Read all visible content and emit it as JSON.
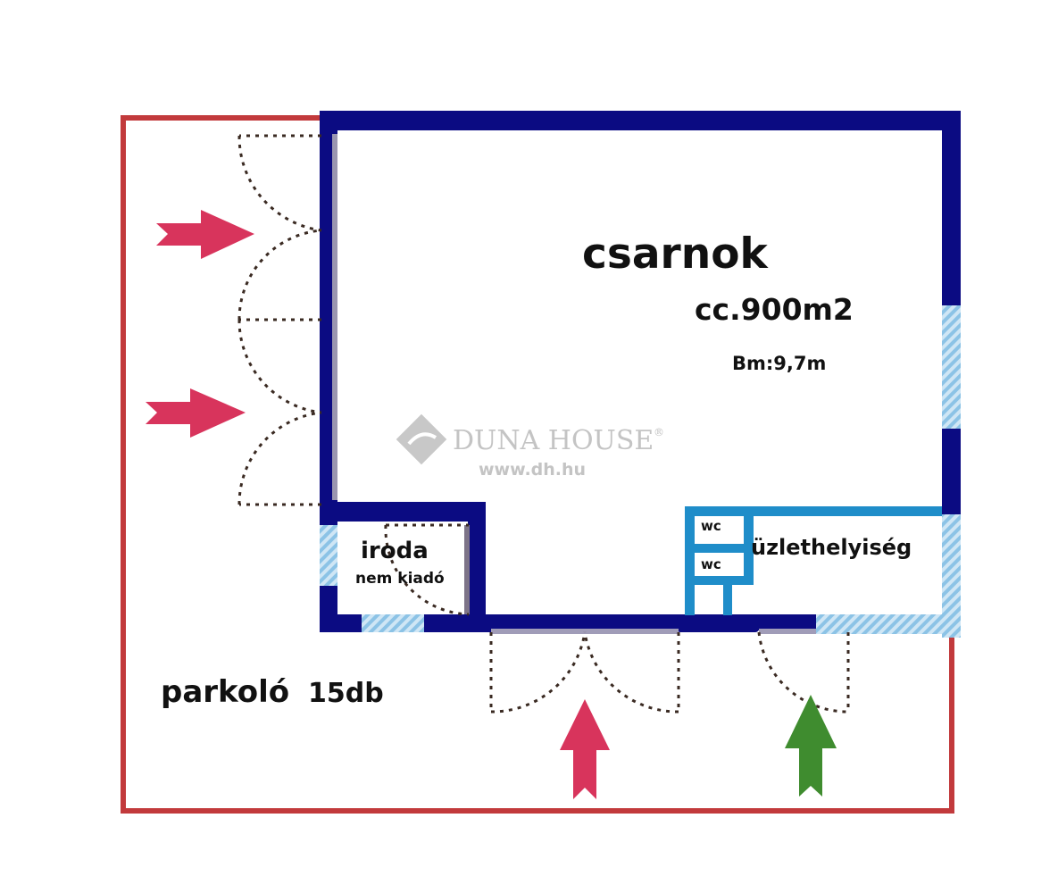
{
  "plan": {
    "main_hall": {
      "name": "csarnok",
      "area": "cc.900m2",
      "height": "Bm:9,7m"
    },
    "office": {
      "name": "iroda",
      "note": "nem kiadó"
    },
    "shop": {
      "name": "üzlethelyiség",
      "wc_labels": [
        "wc",
        "wc"
      ]
    },
    "parking": {
      "label": "parkoló",
      "count": "15db"
    }
  },
  "watermark": {
    "brand": "DUNA HOUSE",
    "registered": "®",
    "url": "www.dh.hu"
  },
  "colors": {
    "boundary": "#c23a3c",
    "wall": "#0b0b82",
    "inner_wall": "#1f8dc9",
    "window": "#a9d3ec",
    "arrow_entry": "#d8345c",
    "arrow_shop": "#3f8c2f"
  }
}
